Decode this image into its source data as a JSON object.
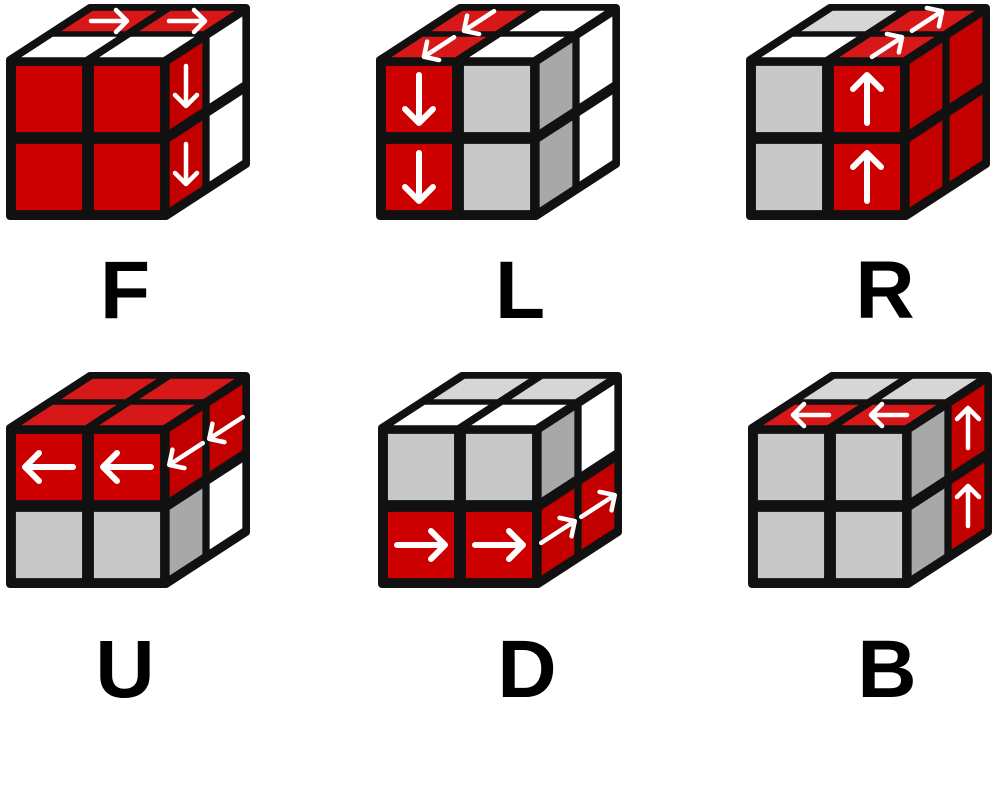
{
  "colors": {
    "red": "#cc0000",
    "white": "#ffffff",
    "grey": "#c8c8c8",
    "outline": "#111111",
    "arrow": "#ffffff"
  },
  "moves": [
    {
      "label": "F",
      "top": [
        [
          "white",
          "white"
        ],
        [
          "red",
          "red"
        ]
      ],
      "front": [
        [
          "red",
          "red"
        ],
        [
          "red",
          "red"
        ]
      ],
      "right": [
        [
          "red",
          "white"
        ],
        [
          "red",
          "white"
        ]
      ],
      "arrows": [
        {
          "face": "top",
          "row": 1,
          "col": 0,
          "dir": "right",
          "icon": "arrow-right-icon"
        },
        {
          "face": "top",
          "row": 1,
          "col": 1,
          "dir": "right",
          "icon": "arrow-right-icon"
        },
        {
          "face": "right",
          "row": 0,
          "col": 0,
          "dir": "down",
          "icon": "arrow-down-icon"
        },
        {
          "face": "right",
          "row": 1,
          "col": 0,
          "dir": "down",
          "icon": "arrow-down-icon"
        }
      ]
    },
    {
      "label": "L",
      "top": [
        [
          "red",
          "white"
        ],
        [
          "red",
          "white"
        ]
      ],
      "front": [
        [
          "red",
          "grey"
        ],
        [
          "red",
          "grey"
        ]
      ],
      "right": [
        [
          "grey",
          "white"
        ],
        [
          "grey",
          "white"
        ]
      ],
      "arrows": [
        {
          "face": "top",
          "row": 0,
          "col": 0,
          "dir": "down",
          "icon": "arrow-down-icon"
        },
        {
          "face": "top",
          "row": 1,
          "col": 0,
          "dir": "down",
          "icon": "arrow-down-icon"
        },
        {
          "face": "front",
          "row": 0,
          "col": 0,
          "dir": "down",
          "icon": "arrow-down-icon"
        },
        {
          "face": "front",
          "row": 1,
          "col": 0,
          "dir": "down",
          "icon": "arrow-down-icon"
        }
      ]
    },
    {
      "label": "R",
      "top": [
        [
          "white",
          "red"
        ],
        [
          "grey",
          "red"
        ]
      ],
      "front": [
        [
          "grey",
          "red"
        ],
        [
          "grey",
          "red"
        ]
      ],
      "right": [
        [
          "red",
          "red"
        ],
        [
          "red",
          "red"
        ]
      ],
      "arrows": [
        {
          "face": "top",
          "row": 0,
          "col": 1,
          "dir": "up",
          "icon": "arrow-up-icon"
        },
        {
          "face": "top",
          "row": 1,
          "col": 1,
          "dir": "up",
          "icon": "arrow-up-icon"
        },
        {
          "face": "front",
          "row": 0,
          "col": 1,
          "dir": "up",
          "icon": "arrow-up-icon"
        },
        {
          "face": "front",
          "row": 1,
          "col": 1,
          "dir": "up",
          "icon": "arrow-up-icon"
        }
      ]
    },
    {
      "label": "U",
      "top": [
        [
          "red",
          "red"
        ],
        [
          "red",
          "red"
        ]
      ],
      "front": [
        [
          "red",
          "red"
        ],
        [
          "grey",
          "grey"
        ]
      ],
      "right": [
        [
          "red",
          "red"
        ],
        [
          "grey",
          "white"
        ]
      ],
      "arrows": [
        {
          "face": "front",
          "row": 0,
          "col": 0,
          "dir": "left",
          "icon": "arrow-left-icon"
        },
        {
          "face": "front",
          "row": 0,
          "col": 1,
          "dir": "left",
          "icon": "arrow-left-icon"
        },
        {
          "face": "right",
          "row": 0,
          "col": 0,
          "dir": "left",
          "icon": "arrow-left-icon"
        },
        {
          "face": "right",
          "row": 0,
          "col": 1,
          "dir": "left",
          "icon": "arrow-left-icon"
        }
      ]
    },
    {
      "label": "D",
      "top": [
        [
          "white",
          "white"
        ],
        [
          "grey",
          "grey"
        ]
      ],
      "front": [
        [
          "grey",
          "grey"
        ],
        [
          "red",
          "red"
        ]
      ],
      "right": [
        [
          "grey",
          "white"
        ],
        [
          "red",
          "red"
        ]
      ],
      "arrows": [
        {
          "face": "front",
          "row": 1,
          "col": 0,
          "dir": "right",
          "icon": "arrow-right-icon"
        },
        {
          "face": "front",
          "row": 1,
          "col": 1,
          "dir": "right",
          "icon": "arrow-right-icon"
        },
        {
          "face": "right",
          "row": 1,
          "col": 0,
          "dir": "right",
          "icon": "arrow-right-icon"
        },
        {
          "face": "right",
          "row": 1,
          "col": 1,
          "dir": "right",
          "icon": "arrow-right-icon"
        }
      ]
    },
    {
      "label": "B",
      "top": [
        [
          "red",
          "red"
        ],
        [
          "grey",
          "grey"
        ]
      ],
      "front": [
        [
          "grey",
          "grey"
        ],
        [
          "grey",
          "grey"
        ]
      ],
      "right": [
        [
          "grey",
          "red"
        ],
        [
          "grey",
          "red"
        ]
      ],
      "arrows": [
        {
          "face": "top",
          "row": 0,
          "col": 0,
          "dir": "left",
          "icon": "arrow-left-icon"
        },
        {
          "face": "top",
          "row": 0,
          "col": 1,
          "dir": "left",
          "icon": "arrow-left-icon"
        },
        {
          "face": "right",
          "row": 0,
          "col": 1,
          "dir": "up",
          "icon": "arrow-up-icon"
        },
        {
          "face": "right",
          "row": 1,
          "col": 1,
          "dir": "up",
          "icon": "arrow-up-icon"
        }
      ]
    }
  ]
}
